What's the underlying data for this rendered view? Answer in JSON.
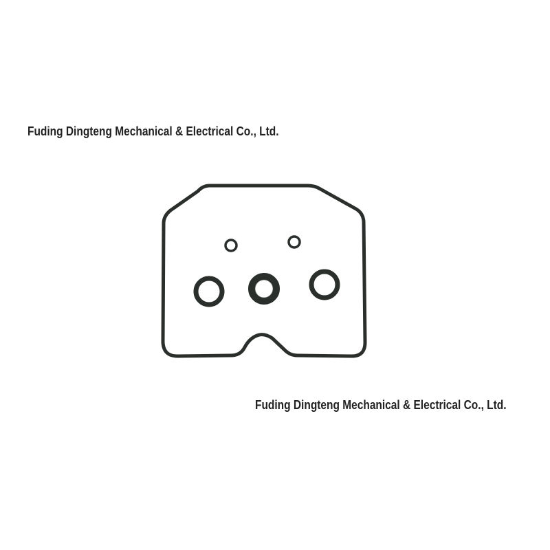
{
  "watermarks": {
    "top": "Fuding Dingteng Mechanical & Electrical Co., Ltd.",
    "bottom": "Fuding Dingteng Mechanical & Electrical Co., Ltd."
  },
  "product": {
    "subject": "carburetor float bowl gasket with o-rings",
    "parts": [
      "bowl-gasket",
      "small-o-ring",
      "small-o-ring",
      "large-o-ring",
      "large-o-ring",
      "large-o-ring"
    ],
    "colors": {
      "background": "#ffffff",
      "rubber": "#2b2f2c",
      "rubber_highlight": "#4a504b"
    }
  }
}
